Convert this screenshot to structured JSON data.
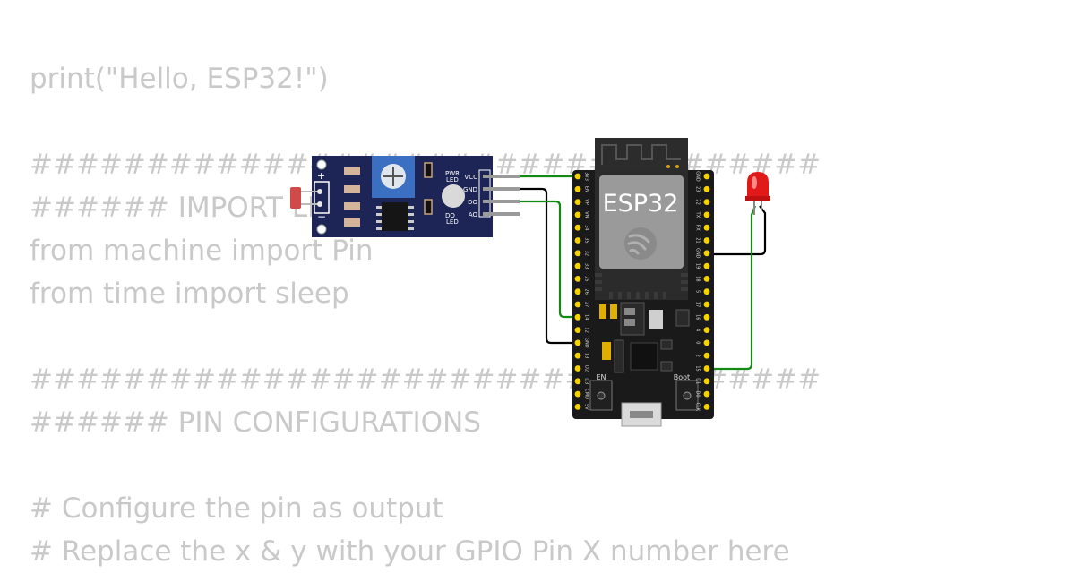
{
  "code_lines": [
    "print(\"Hello, ESP32!\")",
    "",
    "##################################",
    "###### IMPORT LIBRARIES",
    "from machine import Pin",
    "from time import sleep",
    "",
    "##################################",
    "###### PIN CONFIGURATIONS",
    "",
    "# Configure the pin as output",
    "# Replace the x & y with your GPIO Pin X number here"
  ],
  "sensor": {
    "pins": [
      "VCC",
      "GND",
      "DO",
      "AO"
    ],
    "pwr_led": [
      "PWR",
      "LED"
    ],
    "do_led": [
      "DO",
      "LED"
    ],
    "plus": "+",
    "minus": "−"
  },
  "esp32": {
    "label": "ESP32",
    "en_label": "EN",
    "boot_label": "Boot",
    "left_pins": [
      "3V3",
      "EN",
      "VP",
      "VN",
      "34",
      "35",
      "32",
      "33",
      "25",
      "26",
      "27",
      "14",
      "12",
      "GND",
      "13",
      "D2",
      "D3",
      "CMD",
      "5V"
    ],
    "right_pins": [
      "GND",
      "23",
      "22",
      "TX",
      "RX",
      "21",
      "GND",
      "19",
      "18",
      "5",
      "17",
      "16",
      "4",
      "0",
      "2",
      "15",
      "D1",
      "D0",
      "CLK"
    ]
  },
  "colors": {
    "wire_green": "#138a13",
    "wire_black": "#000000",
    "sensor_board": "#1c2556",
    "esp_board": "#1a1a1a",
    "pin_gold": "#f5d300",
    "led_red": "#e11919"
  }
}
